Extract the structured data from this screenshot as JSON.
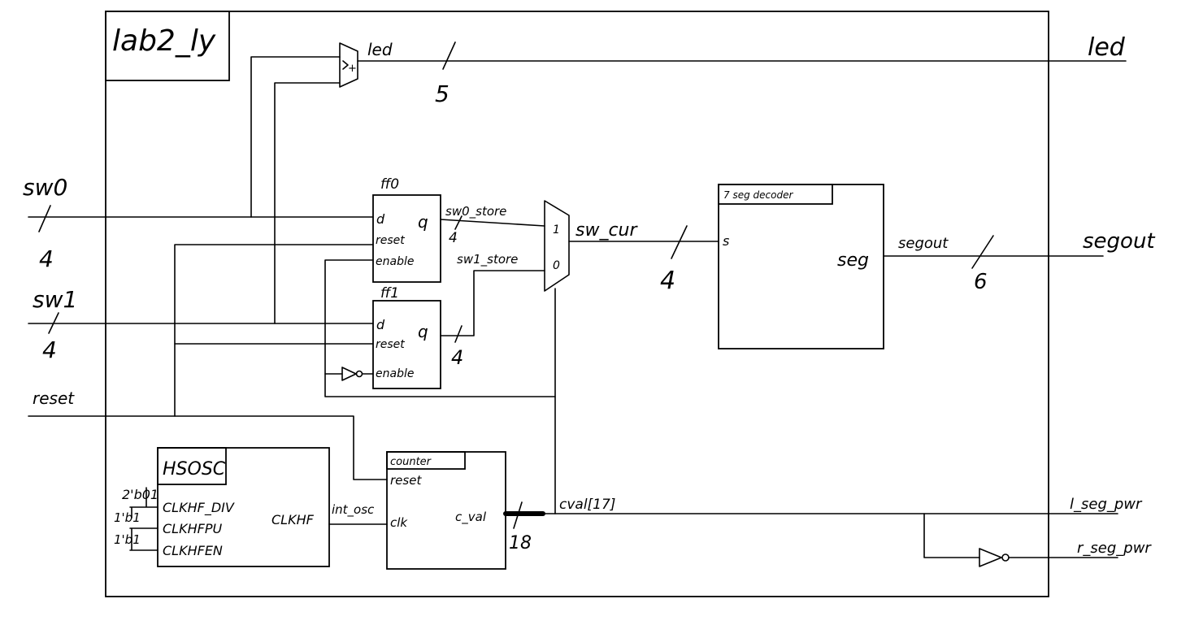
{
  "module": {
    "name": "lab2_ly"
  },
  "ports": {
    "sw0": "sw0",
    "sw0_width": "4",
    "sw1": "sw1",
    "sw1_width": "4",
    "reset": "reset",
    "led": "led",
    "segout": "segout",
    "l_seg_pwr": "l_seg_pwr",
    "r_seg_pwr": "r_seg_pwr"
  },
  "led_bus": {
    "label": "led",
    "width": "5"
  },
  "ff0": {
    "name": "ff0",
    "d": "d",
    "reset": "reset",
    "enable": "enable",
    "q": "q"
  },
  "ff1": {
    "name": "ff1",
    "d": "d",
    "reset": "reset",
    "enable": "enable",
    "q": "q"
  },
  "wires": {
    "sw0_store": "sw0_store",
    "sw0_store_width": "4",
    "sw1_store": "sw1_store",
    "ff1_q_width": "4",
    "sw_cur": "sw_cur",
    "sw_cur_width": "4",
    "segout_width": "6",
    "int_osc": "int_osc",
    "c_val_width": "18",
    "cval_bit": "cval[17]"
  },
  "mux": {
    "in1": "1",
    "in0": "0"
  },
  "decoder": {
    "title": "7 seg decoder",
    "s": "s",
    "seg": "seg"
  },
  "hsosc": {
    "title": "HSOSC",
    "div": "CLKHF_DIV",
    "pu": "CLKHFPU",
    "en": "CLKHFEN",
    "out": "CLKHF",
    "div_val": "2'b01",
    "pu_val": "1'b1",
    "en_val": "1'b1"
  },
  "counter": {
    "title": "counter",
    "reset": "reset",
    "clk": "clk",
    "out": "c_val"
  }
}
